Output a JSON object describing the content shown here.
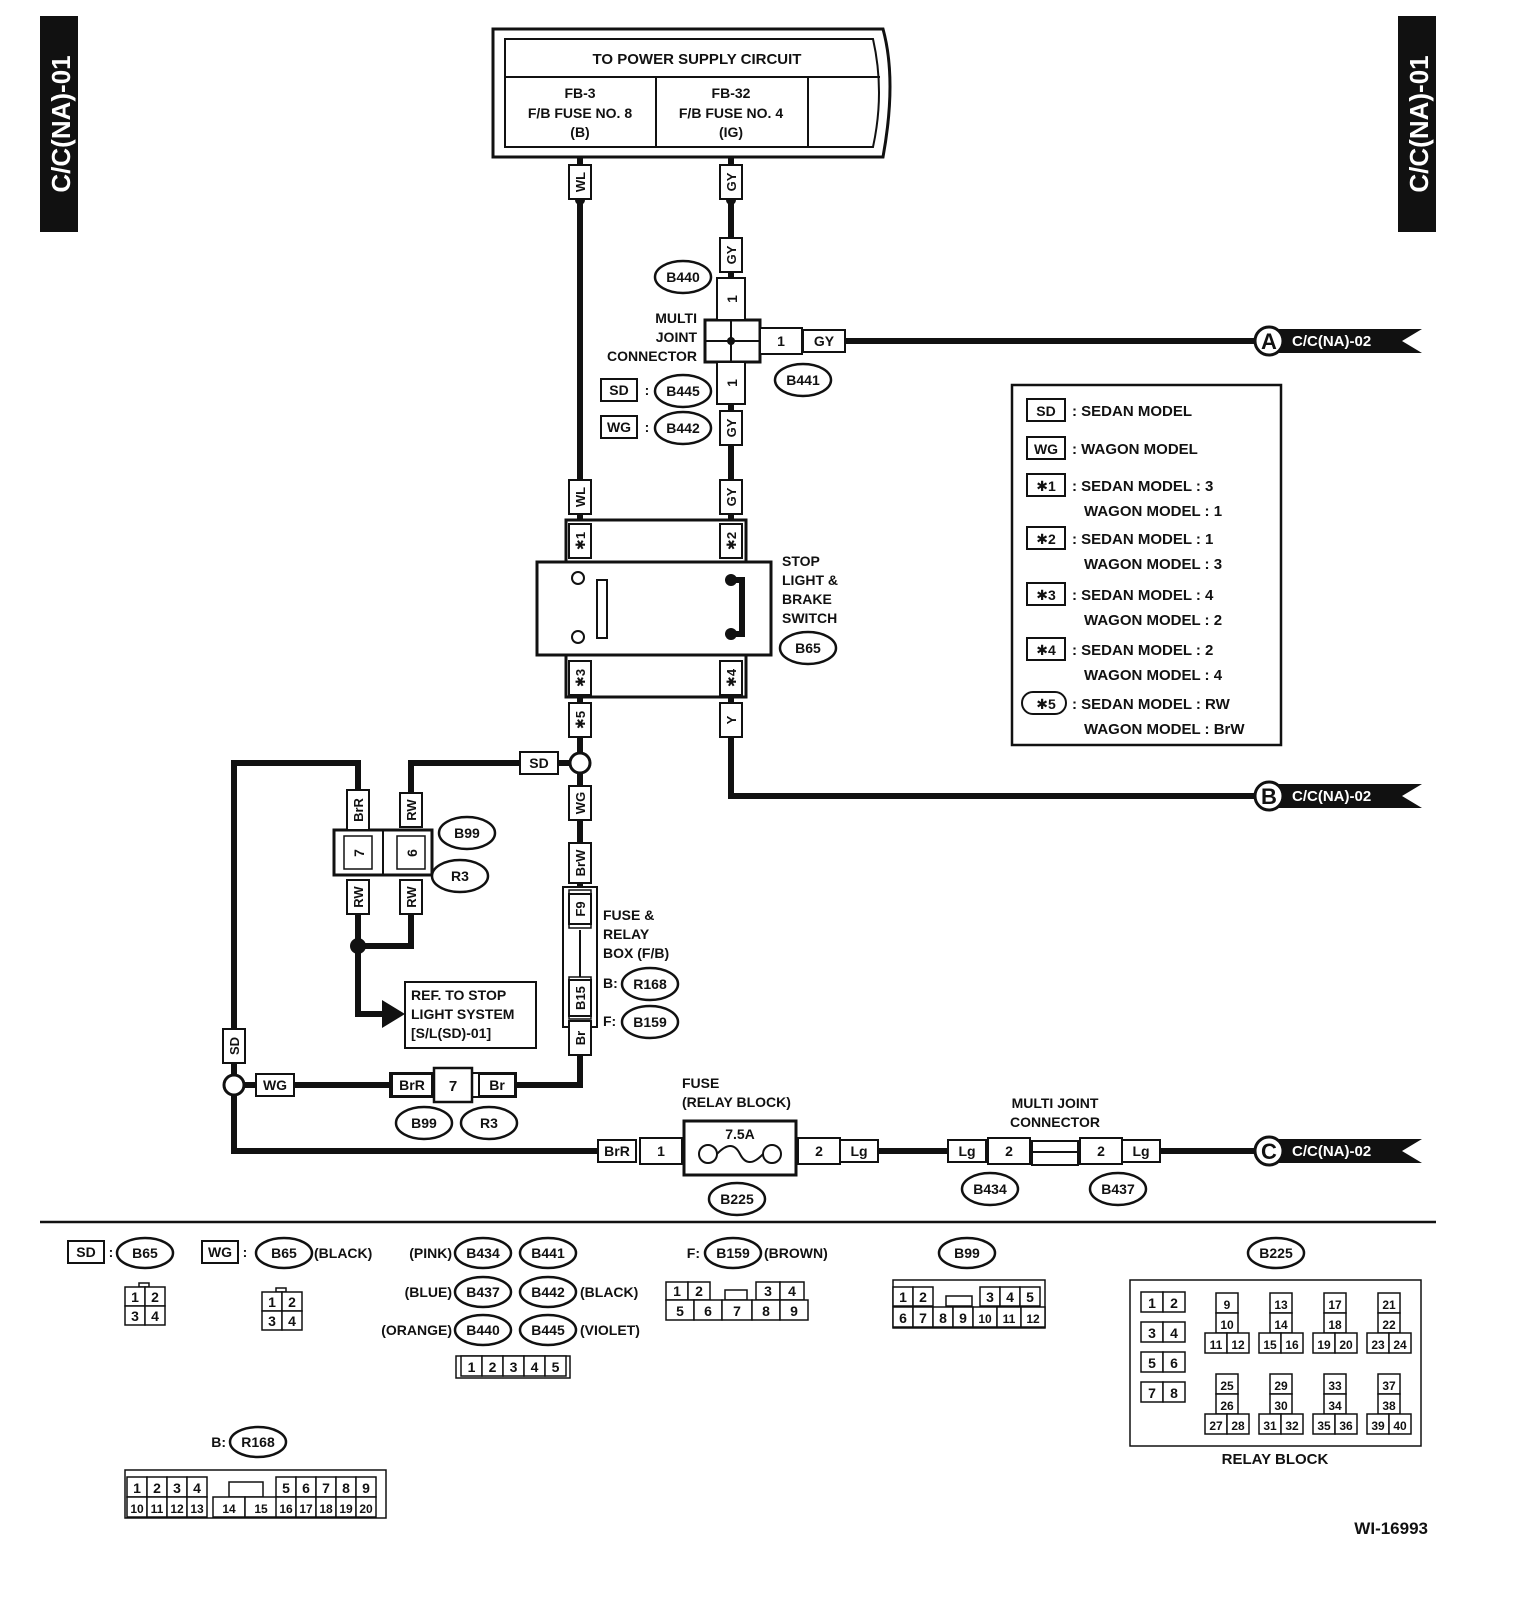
{
  "side_label": "C/C(NA)-01",
  "power": {
    "title": "TO POWER SUPPLY CIRCUIT",
    "fb3": [
      "FB-3",
      "F/B FUSE NO. 8",
      "(B)"
    ],
    "fb32": [
      "FB-32",
      "F/B FUSE NO. 4",
      "(IG)"
    ]
  },
  "wires": {
    "WL": "WL",
    "GY": "GY",
    "Y": "Y",
    "WG": "WG",
    "BrW": "BrW",
    "Br": "Br",
    "BrR": "BrR",
    "RW": "RW",
    "Lg": "Lg",
    "SD": "SD",
    "s1": "✱1",
    "s2": "✱2",
    "s3": "✱3",
    "s4": "✱4",
    "s5": "✱5",
    "F9": "F9",
    "B15": "B15"
  },
  "pins": {
    "one": "1",
    "two": "2",
    "six": "6",
    "seven": "7"
  },
  "connectors": {
    "B440": "B440",
    "B441": "B441",
    "B445": "B445",
    "B442": "B442",
    "B65": "B65",
    "B99": "B99",
    "R3": "R3",
    "R168": "R168",
    "B159": "B159",
    "B225": "B225",
    "B434": "B434",
    "B437": "B437"
  },
  "labels": {
    "multi_joint": [
      "MULTI",
      "JOINT",
      "CONNECTOR"
    ],
    "stop_switch": [
      "STOP",
      "LIGHT &",
      "BRAKE",
      "SWITCH"
    ],
    "fuse_relay_box": [
      "FUSE &",
      "RELAY",
      "BOX (F/B)"
    ],
    "fuse_relay_block": [
      "FUSE",
      "(RELAY BLOCK)"
    ],
    "multi_joint_2": [
      "MULTI JOINT",
      "CONNECTOR"
    ],
    "fuse_rating": "7.5A",
    "ref_stop": [
      "REF. TO STOP",
      "LIGHT SYSTEM",
      "[S/L(SD)-01]"
    ],
    "sd_tag": "SD",
    "wg_tag": "WG",
    "b_prefix": "B:",
    "f_prefix": "F:",
    "colon": ":"
  },
  "outputs": [
    {
      "letter": "A",
      "ref": "C/C(NA)-02"
    },
    {
      "letter": "B",
      "ref": "C/C(NA)-02"
    },
    {
      "letter": "C",
      "ref": "C/C(NA)-02"
    }
  ],
  "legend": [
    {
      "key": "SD",
      "shape": "rect",
      "lines": [
        ": SEDAN MODEL"
      ]
    },
    {
      "key": "WG",
      "shape": "rect",
      "lines": [
        ": WAGON MODEL"
      ]
    },
    {
      "key": "✱1",
      "shape": "rect",
      "lines": [
        ": SEDAN MODEL  : 3",
        "WAGON MODEL : 1"
      ]
    },
    {
      "key": "✱2",
      "shape": "rect",
      "lines": [
        ": SEDAN MODEL  : 1",
        "WAGON MODEL : 3"
      ]
    },
    {
      "key": "✱3",
      "shape": "rect",
      "lines": [
        ": SEDAN MODEL  : 4",
        "WAGON MODEL : 2"
      ]
    },
    {
      "key": "✱4",
      "shape": "rect",
      "lines": [
        ": SEDAN MODEL  : 2",
        "WAGON MODEL : 4"
      ]
    },
    {
      "key": "✱5",
      "shape": "oval",
      "lines": [
        ": SEDAN MODEL  : RW",
        "WAGON MODEL : BrW"
      ]
    }
  ],
  "bottom": {
    "colors": {
      "pink": "(PINK)",
      "blue": "(BLUE)",
      "orange": "(ORANGE)",
      "black": "(BLACK)",
      "violet": "(VIOLET)",
      "brown": "(BROWN)"
    },
    "grid_4": [
      "1",
      "2",
      "3",
      "4"
    ],
    "grid_5": [
      "1",
      "2",
      "3",
      "4",
      "5"
    ],
    "b159_top": [
      "1",
      "2",
      "3",
      "4"
    ],
    "b159_bottom": [
      "5",
      "6",
      "7",
      "8",
      "9"
    ],
    "b99_top": [
      "1",
      "2",
      "3",
      "4",
      "5"
    ],
    "b99_bottom": [
      "6",
      "7",
      "8",
      "9",
      "10",
      "11",
      "12"
    ],
    "r168_top": [
      "1",
      "2",
      "3",
      "4",
      "5",
      "6",
      "7",
      "8",
      "9"
    ],
    "r168_bottom": [
      "10",
      "11",
      "12",
      "13",
      "14",
      "15",
      "16",
      "17",
      "18",
      "19",
      "20"
    ],
    "relay_block_label": "RELAY BLOCK",
    "relay_pins": [
      "1",
      "2",
      "3",
      "4",
      "5",
      "6",
      "7",
      "8",
      "9",
      "10",
      "11",
      "12",
      "13",
      "14",
      "15",
      "16",
      "17",
      "18",
      "19",
      "20",
      "21",
      "22",
      "23",
      "24",
      "25",
      "26",
      "27",
      "28",
      "29",
      "30",
      "31",
      "32",
      "33",
      "34",
      "35",
      "36",
      "37",
      "38",
      "39",
      "40"
    ]
  },
  "figure_id": "WI-16993"
}
